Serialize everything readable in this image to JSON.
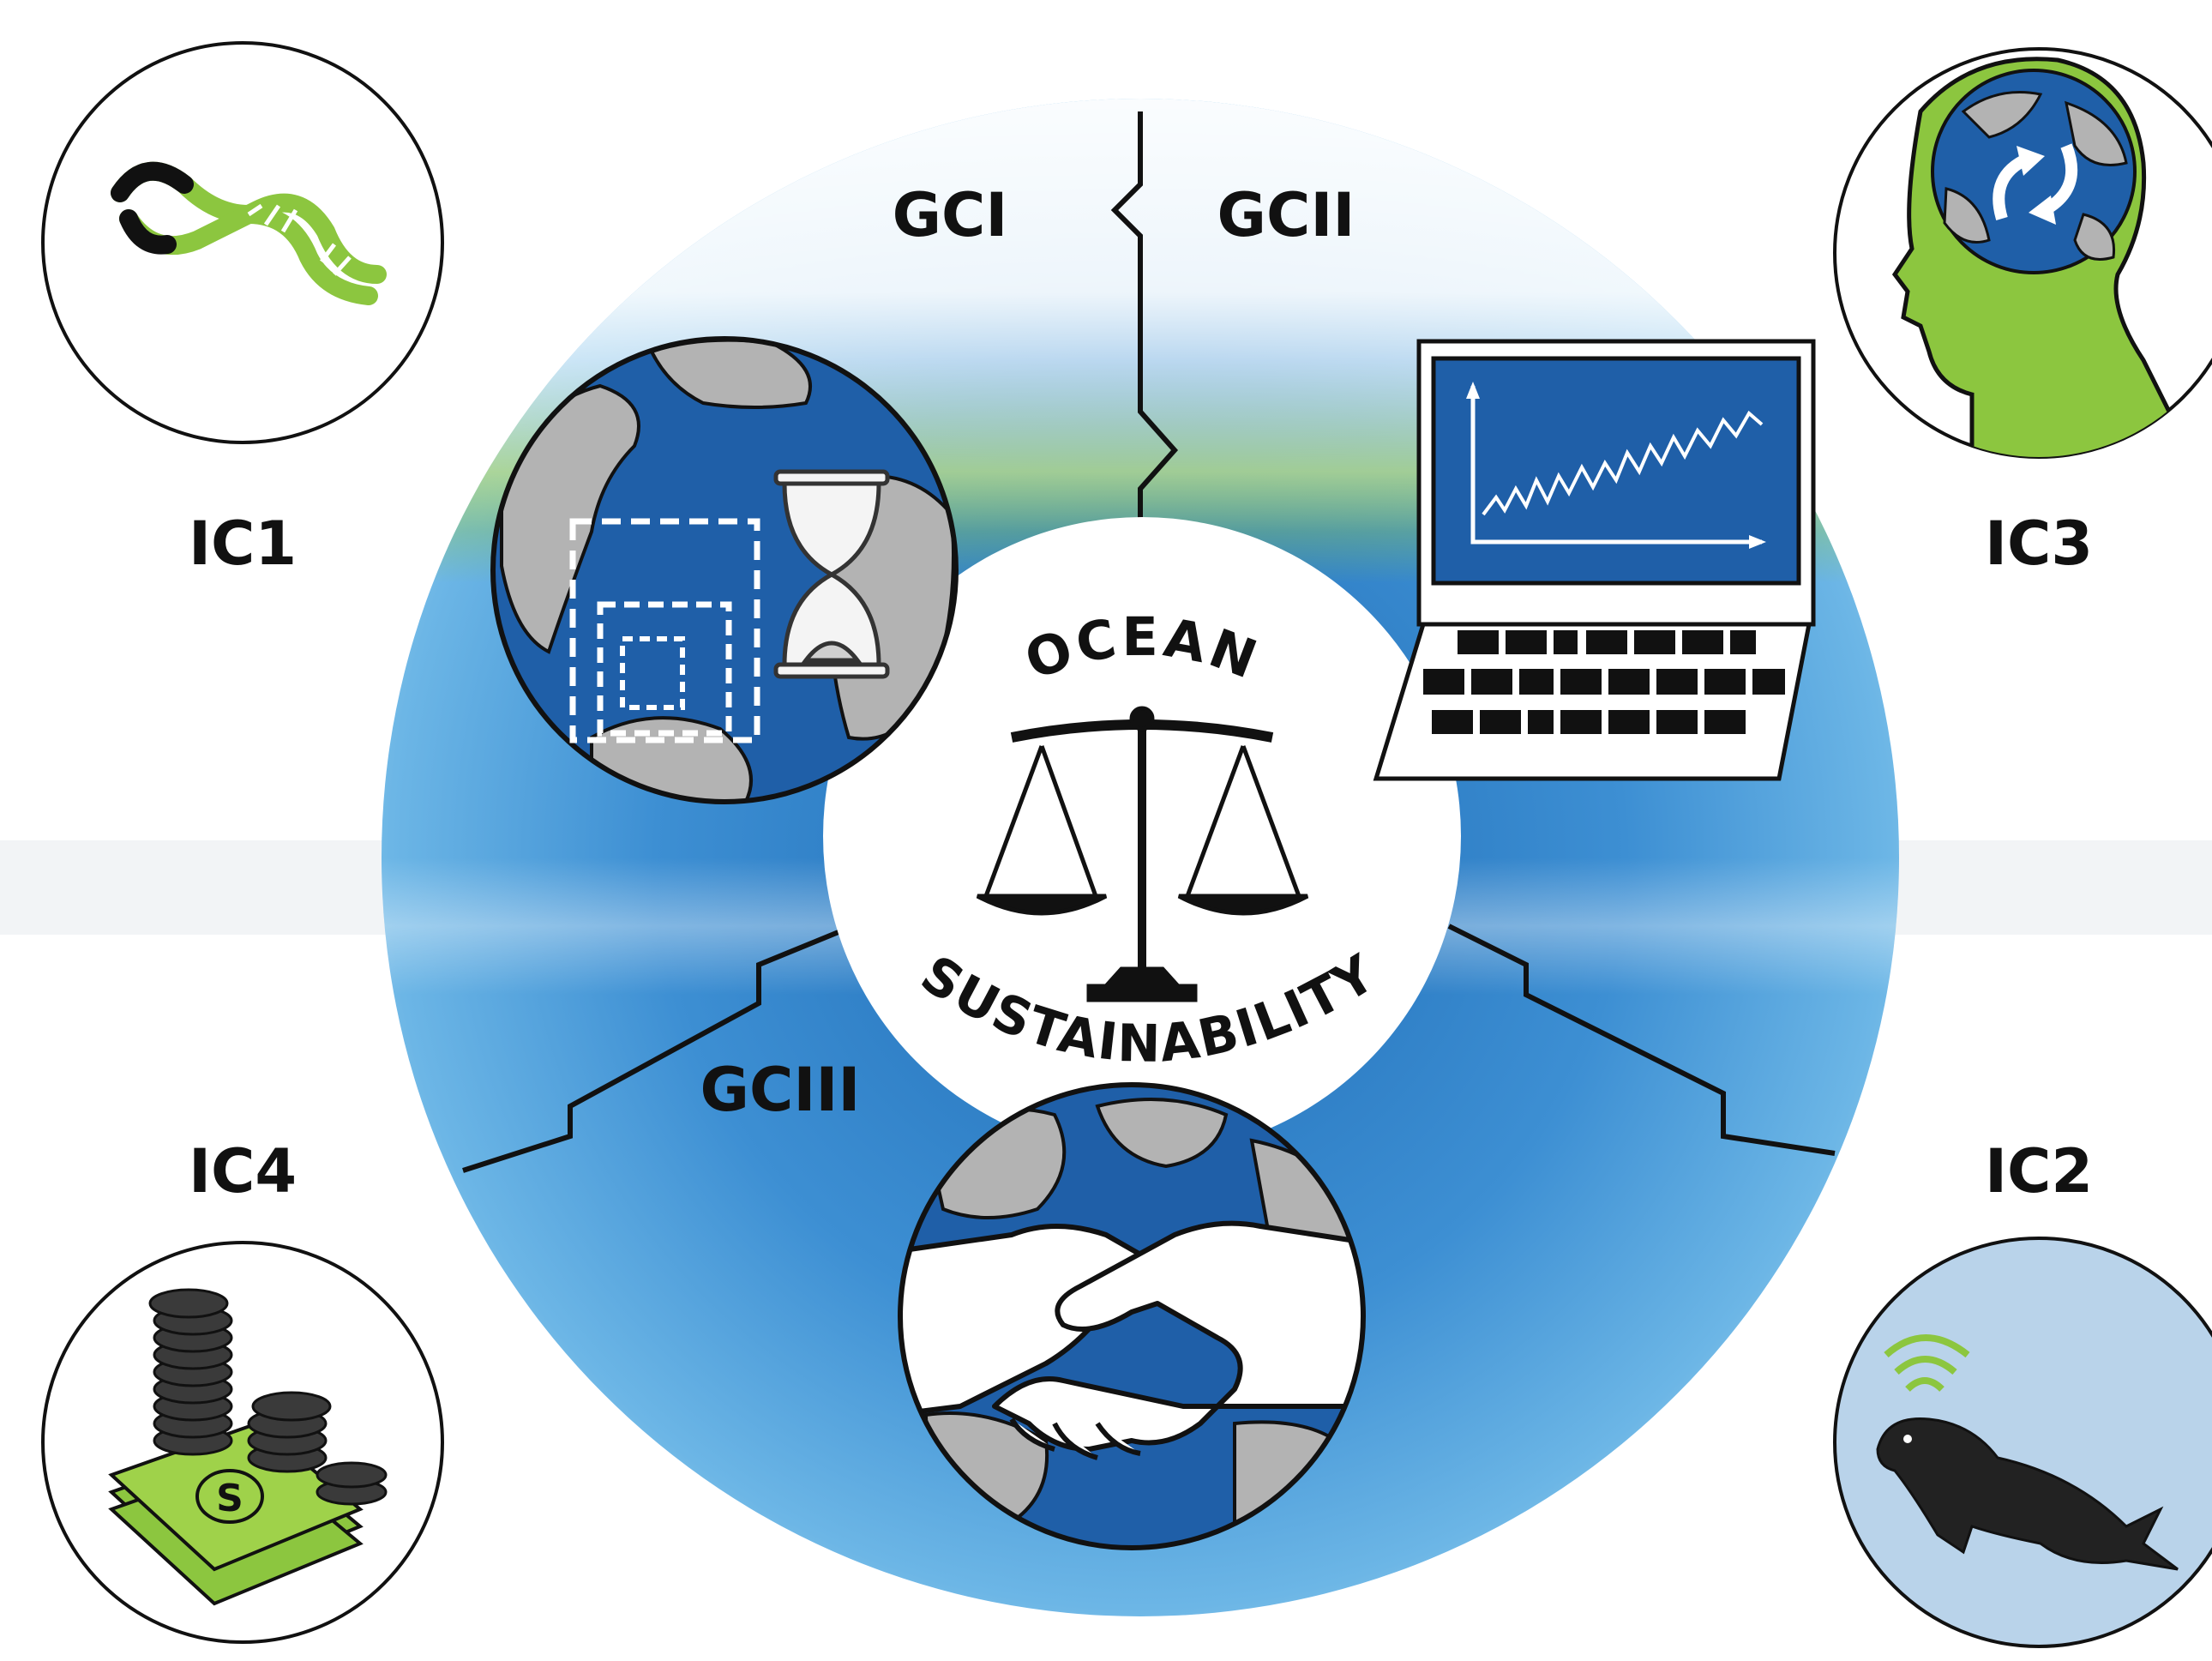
{
  "labels": {
    "gc1": "GCI",
    "gc2": "GCII",
    "gc3": "GCIII",
    "ic1": "IC1",
    "ic2": "IC2",
    "ic3": "IC3",
    "ic4": "IC4",
    "center_top": "OCEAN",
    "center_bottom": "SUSTAINABILITY"
  },
  "icons": {
    "ic1": "dna-helix-icon",
    "ic2": "tagged-seal-icon",
    "ic3": "head-with-globe-icon",
    "ic4": "coins-and-money-icon",
    "gc1": "globe-with-hourglass-icon",
    "gc2": "laptop-with-timeseries-icon",
    "gc3": "globe-with-handshake-icon",
    "center": "balance-scale-icon"
  },
  "colors": {
    "ring_blue": "#2f7fc6",
    "ring_light": "#6cb6e6",
    "accent_green": "#8cc63f",
    "ocean": "#1f5fa8",
    "land": "#b3b3b3"
  }
}
